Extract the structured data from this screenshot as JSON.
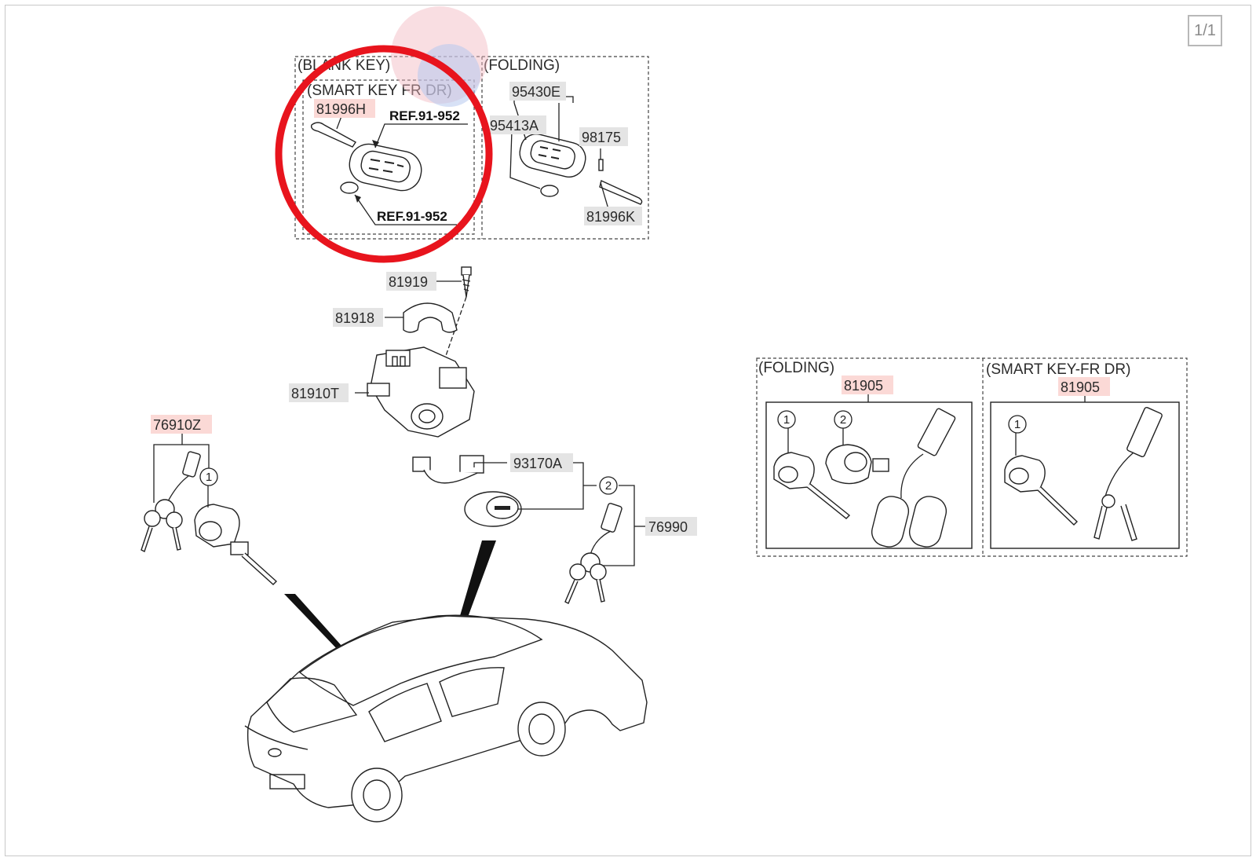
{
  "viewer": {
    "page_indicator": "1/1"
  },
  "colors": {
    "highlight_label": "#fbd9d6",
    "normal_label": "#e4e4e4",
    "annotation_circle": "#e8141d",
    "blob_pink": "#f2b6bf",
    "blob_blue": "#b6c8ee"
  },
  "groups": {
    "blank_key": "(BLANK KEY)",
    "folding_top": "(FOLDING)",
    "smart_key_fr_dr": "(SMART KEY FR DR)",
    "folding_right": "(FOLDING)",
    "smart_key_right": "(SMART KEY-FR DR)"
  },
  "refs": {
    "ref_top": "REF.91-952",
    "ref_bottom": "REF.91-952"
  },
  "circled": [
    "1",
    "2"
  ],
  "parts": [
    {
      "id": "81996H",
      "label": "81996H",
      "highlight": true
    },
    {
      "id": "95430E",
      "label": "95430E",
      "highlight": false
    },
    {
      "id": "95413A",
      "label": "95413A",
      "highlight": false
    },
    {
      "id": "98175",
      "label": "98175",
      "highlight": false
    },
    {
      "id": "81996K",
      "label": "81996K",
      "highlight": false
    },
    {
      "id": "81919",
      "label": "81919",
      "highlight": false
    },
    {
      "id": "81918",
      "label": "81918",
      "highlight": false
    },
    {
      "id": "81910T",
      "label": "81910T",
      "highlight": false
    },
    {
      "id": "93170A",
      "label": "93170A",
      "highlight": false
    },
    {
      "id": "76990",
      "label": "76990",
      "highlight": false
    },
    {
      "id": "76910Z",
      "label": "76910Z",
      "highlight": true
    },
    {
      "id": "81905a",
      "label": "81905",
      "highlight": true
    },
    {
      "id": "81905b",
      "label": "81905",
      "highlight": true
    }
  ]
}
